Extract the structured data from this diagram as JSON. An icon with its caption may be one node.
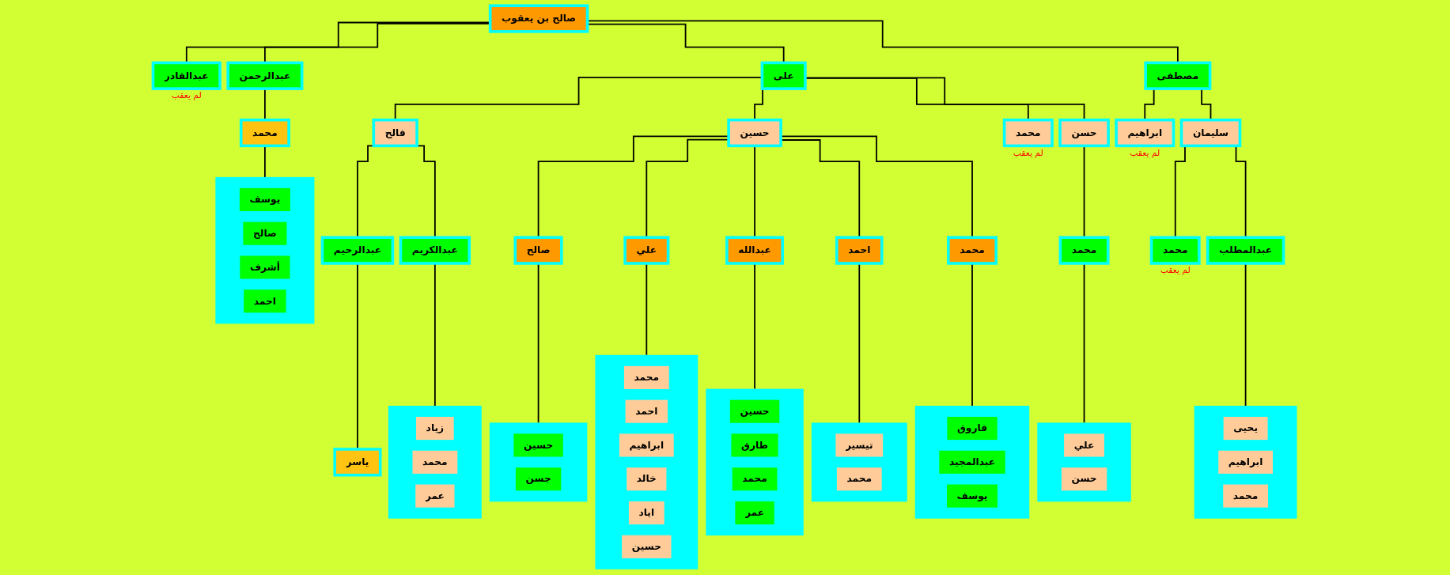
{
  "diagram": {
    "nodes": [
      {
        "text": [
          "صالح بن يعقوب"
        ]
      },
      {
        "text": [
          "عبدالقادر"
        ],
        "beside": [
          "لم يعقب"
        ]
      },
      {
        "text": [
          "على"
        ]
      },
      {
        "text": [
          "عبدالرحمن"
        ]
      },
      {
        "text": [
          "مصطفى"
        ]
      },
      {
        "text": [
          "فالح"
        ]
      },
      {
        "text": [
          "حسين"
        ]
      },
      {
        "text": [
          "حسن"
        ]
      },
      {
        "text": [
          "محمد"
        ],
        "beside": [
          "لم يعقب"
        ]
      },
      {
        "text": [
          "محمد"
        ]
      },
      {
        "text": [
          "ابراهيم"
        ],
        "beside": [
          "لم يعقب"
        ]
      },
      {
        "text": [
          "سليمان"
        ]
      },
      {
        "text": [
          "عبدالرحيم"
        ]
      },
      {
        "text": [
          "عبدالكريم"
        ]
      },
      {
        "text": [
          "صالح"
        ]
      },
      {
        "text": [
          "علي"
        ]
      },
      {
        "text": [
          "عبدالله"
        ]
      },
      {
        "text": [
          "احمد"
        ]
      },
      {
        "text": [
          "محمد"
        ]
      },
      {
        "text": [
          "محمد"
        ]
      },
      {
        "text": [],
        "shape": "box"
      },
      {
        "text": [
          "يوسف"
        ],
        "in": 20
      },
      {
        "text": [
          "صالح"
        ],
        "in": 20
      },
      {
        "text": [
          "أشرف"
        ],
        "in": 20
      },
      {
        "text": [
          "احمد"
        ],
        "in": 20
      },
      {
        "text": [
          "محمد"
        ],
        "beside": [
          "لم يعقب"
        ]
      },
      {
        "text": [
          "عبدالمطلب"
        ]
      },
      {
        "text": [
          "ياسر"
        ]
      },
      {
        "text": [],
        "shape": "box"
      },
      {
        "text": [
          "زياد"
        ],
        "in": 28
      },
      {
        "text": [
          "محمد"
        ],
        "in": 28
      },
      {
        "text": [
          "عمر"
        ],
        "in": 28
      },
      {
        "text": [],
        "shape": "box"
      },
      {
        "text": [
          "حسين"
        ],
        "in": 32
      },
      {
        "text": [
          "جسن"
        ],
        "in": 32
      },
      {
        "text": [],
        "shape": "box"
      },
      {
        "text": [
          "محمد"
        ],
        "in": 35
      },
      {
        "text": [
          "احمد"
        ],
        "in": 35
      },
      {
        "text": [
          "ابراهيم"
        ],
        "in": 35
      },
      {
        "text": [
          "خالد"
        ],
        "in": 35
      },
      {
        "text": [
          "اياد"
        ],
        "in": 35
      },
      {
        "text": [
          "حسين"
        ],
        "in": 35
      },
      {
        "text": [],
        "shape": "box"
      },
      {
        "text": [
          "حسين"
        ],
        "in": 42
      },
      {
        "text": [
          "طارق"
        ],
        "in": 42
      },
      {
        "text": [
          "محمد"
        ],
        "in": 42
      },
      {
        "text": [
          "عمر"
        ],
        "in": 42
      },
      {
        "text": [],
        "shape": "box"
      },
      {
        "text": [
          "تيسير"
        ],
        "in": 47
      },
      {
        "text": [
          "محمد"
        ],
        "in": 47
      },
      {
        "text": [],
        "shape": "box"
      },
      {
        "text": [
          "فاروق"
        ],
        "in": 50
      },
      {
        "text": [
          "عبدالمجيد"
        ],
        "in": 50
      },
      {
        "text": [
          "يوسف"
        ],
        "in": 50
      },
      {
        "text": [],
        "shape": "box"
      },
      {
        "text": [
          "علي"
        ],
        "in": 54
      },
      {
        "text": [
          "حسن"
        ],
        "in": 54
      },
      {
        "text": [],
        "shape": "box"
      },
      {
        "text": [
          "يحيى"
        ],
        "in": 57
      },
      {
        "text": [
          "ابراهيم"
        ],
        "in": 57
      },
      {
        "text": [
          "محمد"
        ],
        "in": 57
      }
    ],
    "edges": [
      {
        "from": 0,
        "to": 1,
        "arrow": "none"
      },
      {
        "from": 0,
        "to": 2,
        "arrow": "none"
      },
      {
        "from": 0,
        "to": 3,
        "arrow": "none"
      },
      {
        "from": 0,
        "to": 4,
        "arrow": "none"
      },
      {
        "from": 2,
        "to": 5,
        "arrow": "none"
      },
      {
        "from": 2,
        "to": 6,
        "arrow": "none"
      },
      {
        "from": 2,
        "to": 7,
        "arrow": "none"
      },
      {
        "from": 2,
        "to": 8,
        "arrow": "none"
      },
      {
        "from": 3,
        "to": 9,
        "arrow": "none"
      },
      {
        "from": 4,
        "to": 10,
        "arrow": "none"
      },
      {
        "from": 4,
        "to": 11,
        "arrow": "none"
      },
      {
        "from": 5,
        "to": 12,
        "arrow": "none"
      },
      {
        "from": 5,
        "to": 13,
        "arrow": "none"
      },
      {
        "from": 6,
        "to": 14,
        "arrow": "none"
      },
      {
        "from": 6,
        "to": 15,
        "arrow": "none"
      },
      {
        "from": 6,
        "to": 16,
        "arrow": "none"
      },
      {
        "from": 6,
        "to": 17,
        "arrow": "none"
      },
      {
        "from": 6,
        "to": 18,
        "arrow": "none"
      },
      {
        "from": 7,
        "to": 19,
        "arrow": "none"
      },
      {
        "from": 9,
        "to": 20,
        "arrow": "none"
      },
      {
        "from": 11,
        "to": 25,
        "arrow": "none"
      },
      {
        "from": 11,
        "to": 26,
        "arrow": "none"
      },
      {
        "from": 12,
        "to": 27,
        "arrow": "none"
      },
      {
        "from": 13,
        "to": 28,
        "arrow": "none"
      },
      {
        "from": 14,
        "to": 32,
        "arrow": "none"
      },
      {
        "from": 15,
        "to": 35,
        "arrow": "none"
      },
      {
        "from": 16,
        "to": 42,
        "arrow": "none"
      },
      {
        "from": 17,
        "to": 47,
        "arrow": "none"
      },
      {
        "from": 18,
        "to": 50,
        "arrow": "none"
      },
      {
        "from": 19,
        "to": 54,
        "arrow": "none"
      },
      {
        "from": 26,
        "to": 57,
        "arrow": "none"
      }
    ]
  }
}
